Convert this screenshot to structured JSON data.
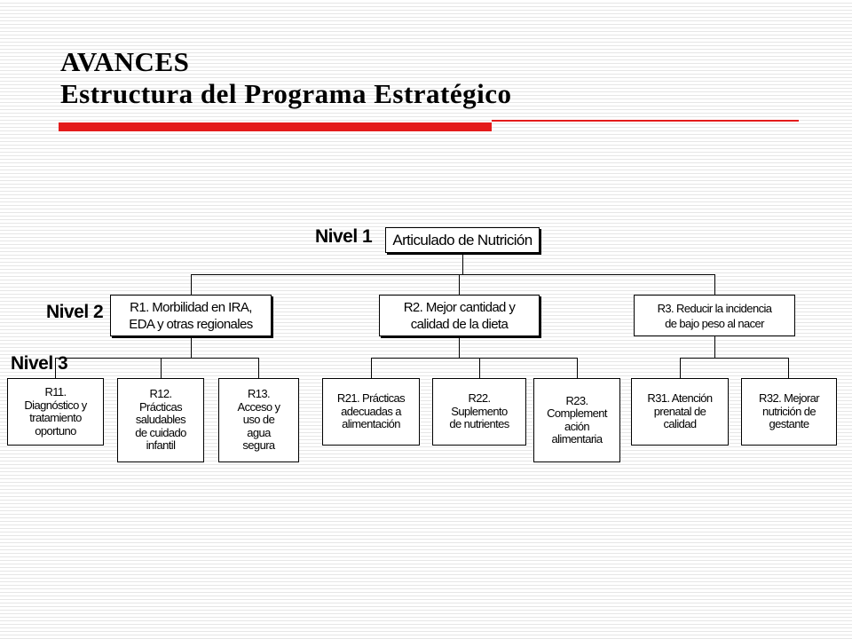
{
  "slide": {
    "title_line1": "AVANCES",
    "title_line2": "Estructura del Programa Estratégico"
  },
  "levels": {
    "nivel1": "Nivel 1",
    "nivel2": "Nivel 2",
    "nivel3": "Nivel 3"
  },
  "chart": {
    "root": "Articulado de Nutrición",
    "r1": "R1. Morbilidad en IRA,\nEDA y otras regionales",
    "r2": "R2. Mejor cantidad y\ncalidad de la dieta",
    "r3": "R3. Reducir la incidencia\nde bajo peso al nacer",
    "r11": "R11.\nDiagnóstico y\ntratamiento\noportuno",
    "r12": "R12.\nPrácticas\nsaludables\nde cuidado\ninfantil",
    "r13": "R13.\nAcceso y\nuso de\nagua\nsegura",
    "r21": "R21. Prácticas\nadecuadas a\nalimentación",
    "r22": "R22.\nSuplemento\nde nutrientes",
    "r23": "R23.\nComplement\nación\nalimentaria",
    "r31": "R31. Atención\nprenatal de\ncalidad",
    "r32": "R32. Mejorar\nnutrición de\ngestante"
  }
}
